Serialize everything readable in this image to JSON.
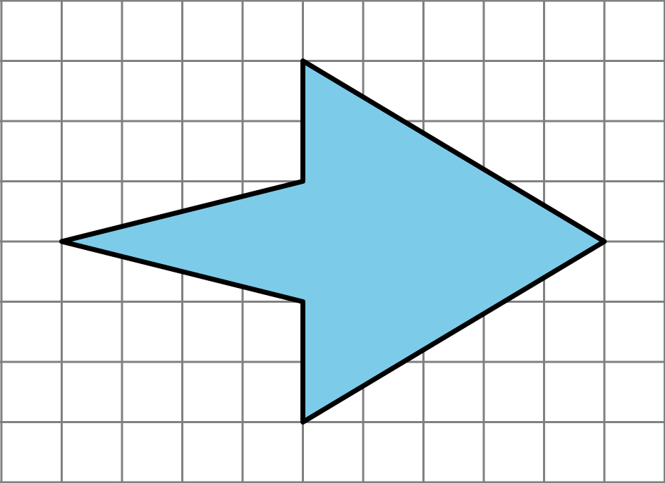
{
  "grid": {
    "columns": 11,
    "rows": 8,
    "line_color": "#808080"
  },
  "shape": {
    "name": "arrow-polygon",
    "fill_color": "#7ccce9",
    "stroke_color": "#000000",
    "vertices": [
      [
        1,
        4
      ],
      [
        5,
        3
      ],
      [
        5,
        1
      ],
      [
        10,
        4
      ],
      [
        5,
        7
      ],
      [
        5,
        5
      ]
    ]
  }
}
